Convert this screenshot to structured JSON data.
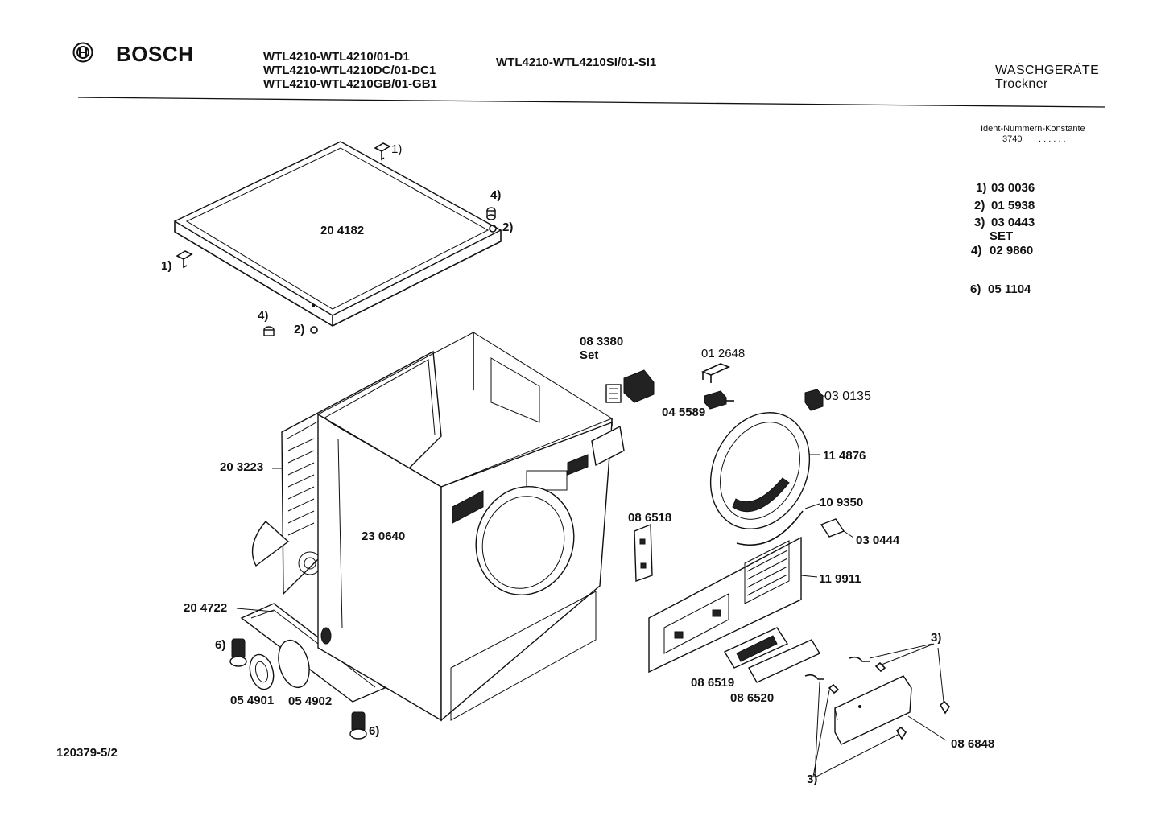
{
  "header": {
    "brand": "BOSCH",
    "models_col1": [
      "WTL4210-WTL4210/01-D1",
      "WTL4210-WTL4210DC/01-DC1",
      "WTL4210-WTL4210GB/01-GB1"
    ],
    "models_col2": "WTL4210-WTL4210SI/01-SI1",
    "category": "WASCHGERÄTE",
    "subcategory": "Trockner",
    "ident_label": "Ident-Nummern-Konstante",
    "ident_value": "3740",
    "ident_dots": ". .   . . . ."
  },
  "legend": [
    {
      "key": "1)",
      "value": "03 0036"
    },
    {
      "key": "2)",
      "value": "01 5938"
    },
    {
      "key": "3)",
      "value": "03 0443"
    },
    {
      "key": "",
      "value": "SET"
    },
    {
      "key": "4)",
      "value": "02 9860"
    },
    {
      "key": "6)",
      "value": "05 1104"
    }
  ],
  "parts": {
    "top_cover": "20 4182",
    "ref1_top": "1)",
    "ref4_top": "4)",
    "ref2_top": "2)",
    "ref1_left": "1)",
    "ref4_bottom": "4)",
    "ref2_bottom": "2)",
    "connector_num": "08 3380",
    "connector_set": "Set",
    "clip": "01 2648",
    "switch": "04 5589",
    "latch": "03 0135",
    "door_ring": "11 4876",
    "seal": "10 9350",
    "felt": "03 0444",
    "front_panel": "11 9911",
    "side_panel": "20 3223",
    "cabinet": "23 0640",
    "bracket": "08 6518",
    "base": "20 4722",
    "foot_left": "6)",
    "grommet1": "05 4901",
    "grommet2": "05 4902",
    "foot_bottom": "6)",
    "filter_frame": "08 6519",
    "filter_cover": "08 6520",
    "screws_top": "3)",
    "screws_bottom": "3)",
    "flap": "08 6848"
  },
  "footer": {
    "doc_number": "120379-5/2"
  }
}
